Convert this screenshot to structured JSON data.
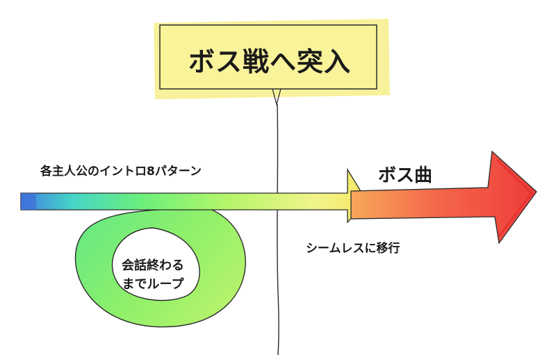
{
  "title": "ボス戦へ突入",
  "labels": {
    "intro": "各主人公のイントロ8パターン",
    "boss": "ボス曲",
    "seamless": "シームレスに移行",
    "loop_line1": "会話終わる",
    "loop_line2": "までループ"
  },
  "colors": {
    "title_fill": "#f7ef8a",
    "intro_gradient": [
      "#3f7fe0",
      "#47d6c8",
      "#6cf07a",
      "#b6f56a",
      "#f2f48a",
      "#f5e660"
    ],
    "boss_gradient": [
      "#f7a85a",
      "#f4684a",
      "#ee3b3b"
    ],
    "ink": "#1a1a1a"
  }
}
